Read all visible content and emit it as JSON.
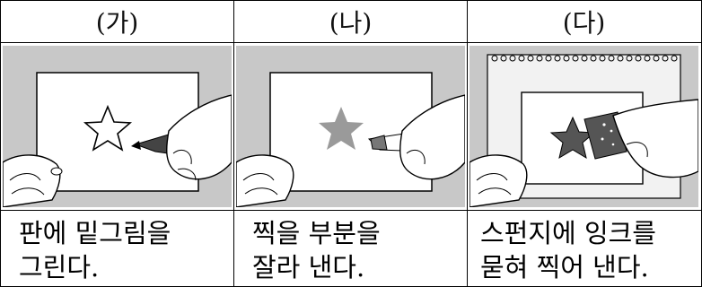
{
  "columns": [
    {
      "label": "(가)",
      "caption": [
        "판에 밑그림을",
        "그린다."
      ],
      "step": "draw-sketch"
    },
    {
      "label": "(나)",
      "caption": [
        "찍을 부분을",
        "잘라 낸다."
      ],
      "step": "cut-out"
    },
    {
      "label": "(다)",
      "caption": [
        "스펀지에 잉크를",
        "묻혀 찍어 낸다."
      ],
      "step": "sponge-print"
    }
  ],
  "colors": {
    "background": "#c8c8c8",
    "board": "#ffffff",
    "star_fill": "#9a9a9a",
    "ink": "#555555",
    "line": "#000000"
  }
}
